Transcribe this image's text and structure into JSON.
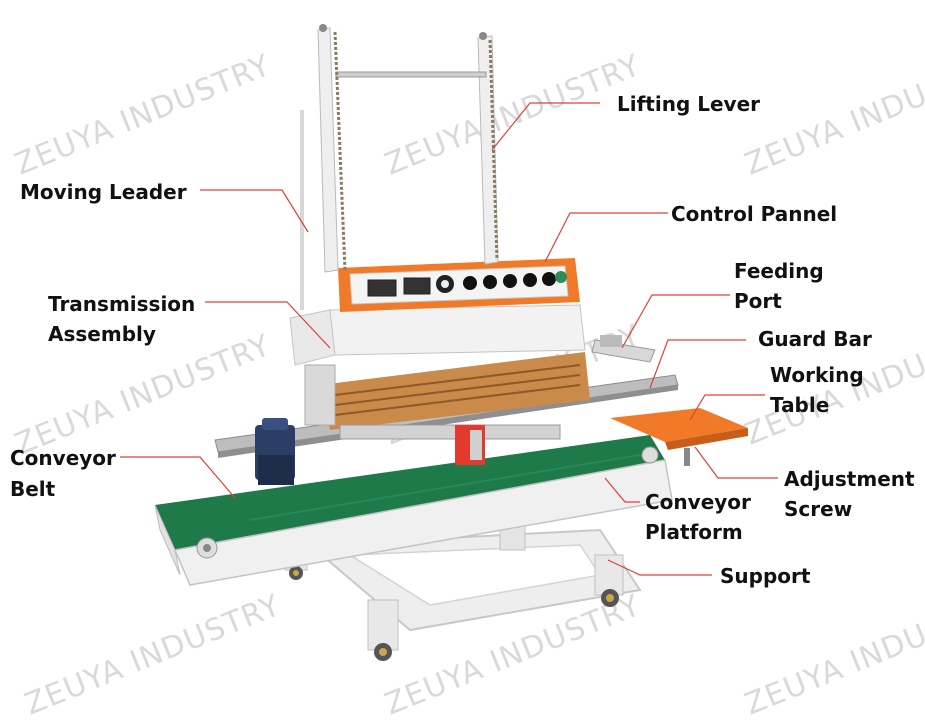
{
  "watermark": "ZEUYA INDUSTRY",
  "labels": {
    "lifting_lever": "Lifting Lever",
    "moving_leader": "Moving Leader",
    "control_pannel": "Control Pannel",
    "feeding_port_1": "Feeding",
    "feeding_port_2": "Port",
    "transmission_1": "Transmission",
    "transmission_2": "Assembly",
    "guard_bar": "Guard Bar",
    "working_table_1": "Working",
    "working_table_2": "Table",
    "conveyor_belt_1": "Conveyor",
    "conveyor_belt_2": "Belt",
    "adjustment_screw_1": "Adjustment",
    "adjustment_screw_2": "Screw",
    "conveyor_platform_1": "Conveyor",
    "conveyor_platform_2": "Platform",
    "support": "Support"
  },
  "colors": {
    "callout_line": "#e0403a",
    "frame": "#ececec",
    "accent_orange": "#f07a28",
    "belt_green": "#1f7a4a",
    "heater_copper": "#c98a4a"
  }
}
